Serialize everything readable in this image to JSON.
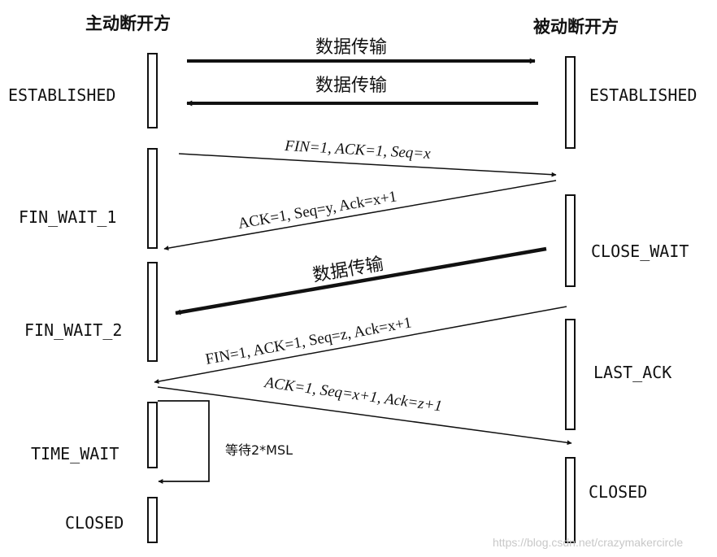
{
  "headers": {
    "active": "主动断开方",
    "passive": "被动断开方"
  },
  "states_left": [
    "ESTABLISHED",
    "FIN_WAIT_1",
    "FIN_WAIT_2",
    "TIME_WAIT",
    "CLOSED"
  ],
  "states_right": [
    "ESTABLISHED",
    "CLOSE_WAIT",
    "LAST_ACK",
    "CLOSED"
  ],
  "messages": {
    "data1": "数据传输",
    "data2": "数据传输",
    "fin1": "FIN=1, ACK=1, Seq=x",
    "ack1": "ACK=1, Seq=y, Ack=x+1",
    "data3": "数据传输",
    "fin2": "FIN=1, ACK=1, Seq=z, Ack=x+1",
    "ack2": "ACK=1, Seq=x+1, Ack=z+1"
  },
  "wait_label": "等待2*MSL",
  "watermark": "https://blog.csdn.net/crazymakercircle"
}
